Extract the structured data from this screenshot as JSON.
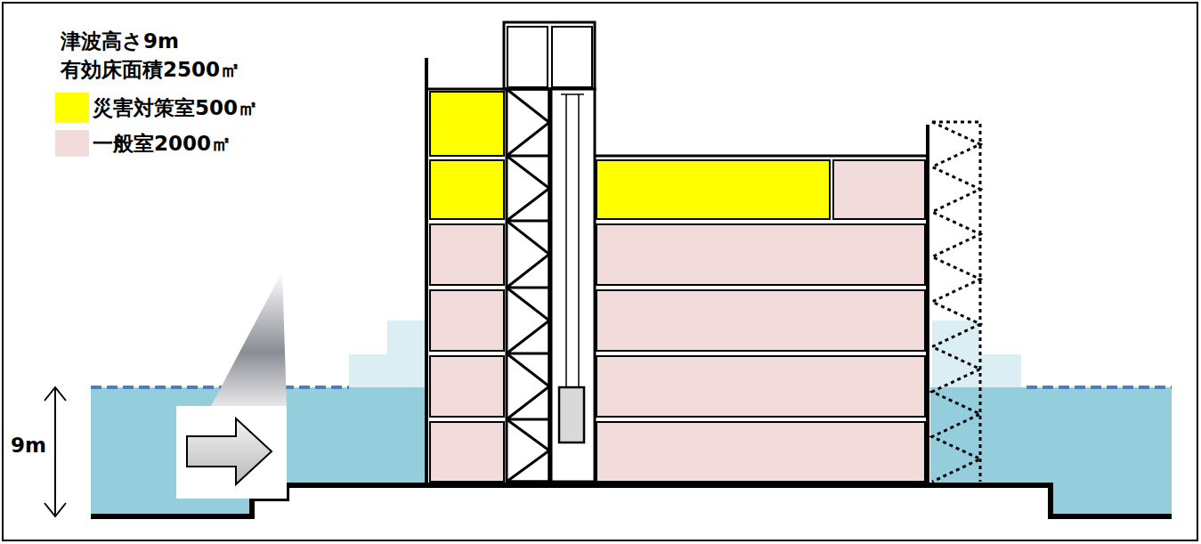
{
  "diagram": {
    "labels": [
      "津波高さ9m",
      "有効床面積2500㎡",
      "9m"
    ],
    "legend": [
      {
        "text": "災害対策室500㎡",
        "color": "#ffff00"
      },
      {
        "text": "一般室2000㎡",
        "color": "#f2dcdb"
      }
    ]
  }
}
